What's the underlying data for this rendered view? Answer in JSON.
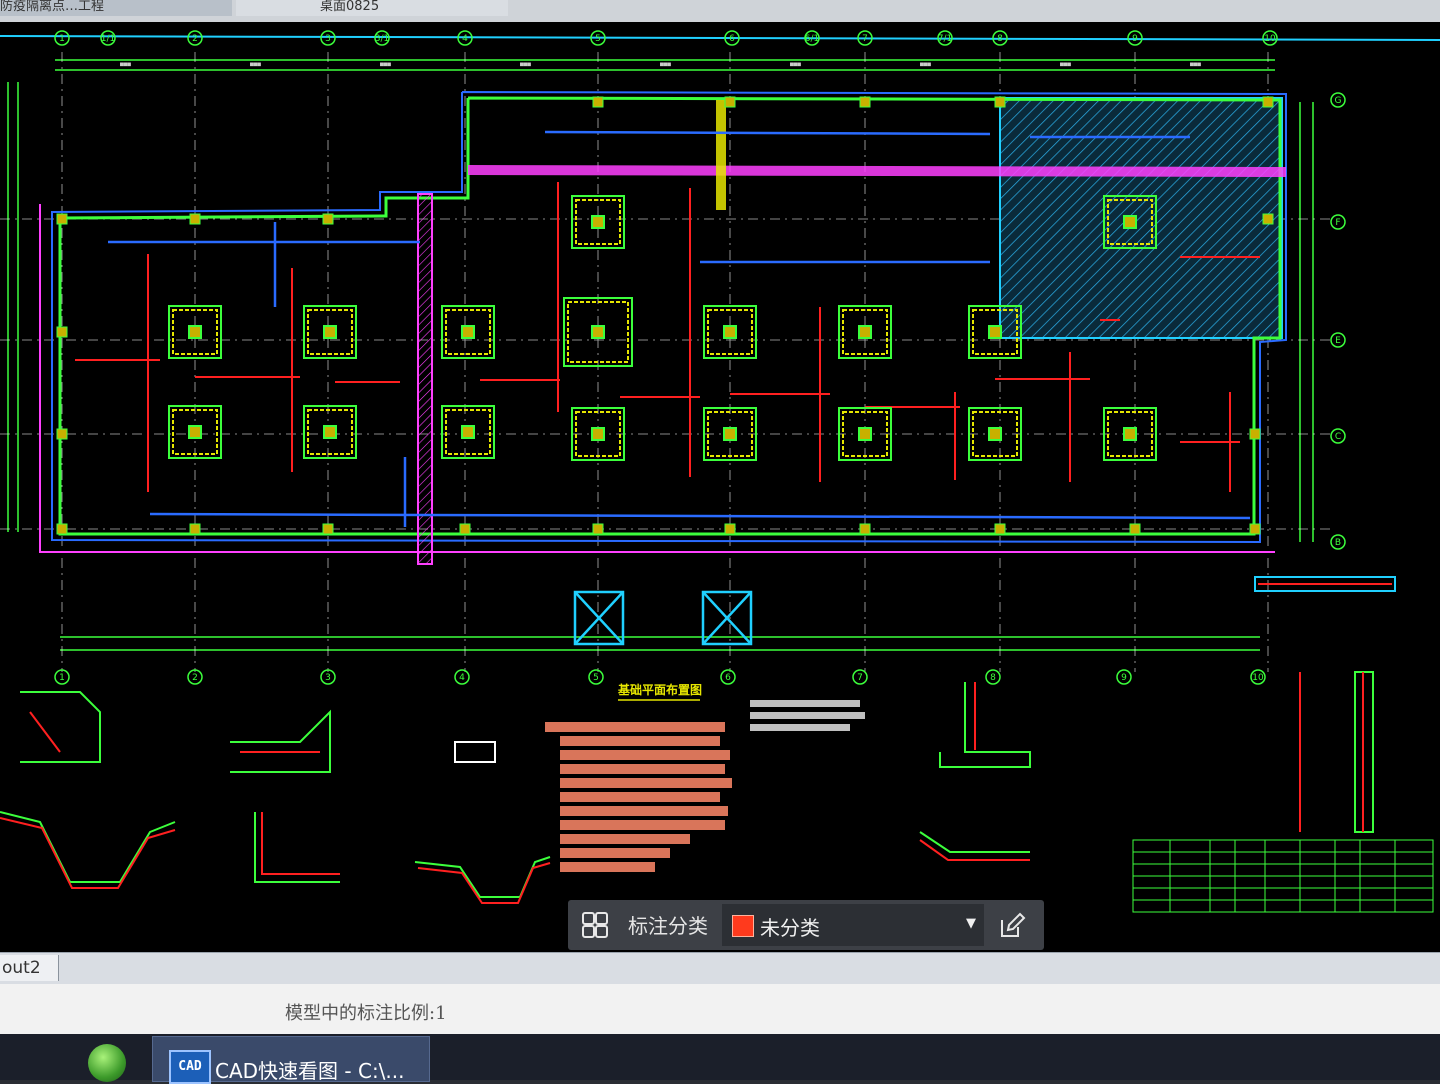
{
  "window": {
    "tabs": [
      {
        "label": "防疫隔离点…工程"
      },
      {
        "label": "桌面0825"
      }
    ],
    "tab_close_glyph": "×"
  },
  "drawing": {
    "grid_top": [
      "1",
      "1/1",
      "2",
      "3",
      "3/1",
      "4",
      "5",
      "6",
      "6/1",
      "7",
      "7/1",
      "8",
      "9",
      "10"
    ],
    "grid_bottom": [
      "1",
      "2",
      "3",
      "4",
      "5",
      "6",
      "7",
      "8",
      "9",
      "10"
    ],
    "grid_right": [
      "G",
      "F",
      "E",
      "C",
      "B"
    ],
    "plan_title": "基础平面布置图",
    "colors": {
      "background": "#000000",
      "green": "#3cff3c",
      "yellow": "#e6e600",
      "red": "#ff2020",
      "magenta": "#ff40ff",
      "blue": "#2a6bff",
      "cyan": "#20d0ff"
    }
  },
  "annotation_toolbar": {
    "icon": "grid-icon",
    "label": "标注分类",
    "selected": "未分类",
    "swatch_color": "#ff3a1d",
    "edit_icon": "edit-icon"
  },
  "layout_tab": {
    "label": "out2"
  },
  "status": {
    "text": "模型中的标注比例:1"
  },
  "taskbar": {
    "app_icon_text": "CAD",
    "app_title": "CAD快速看图 - C:\\..."
  }
}
